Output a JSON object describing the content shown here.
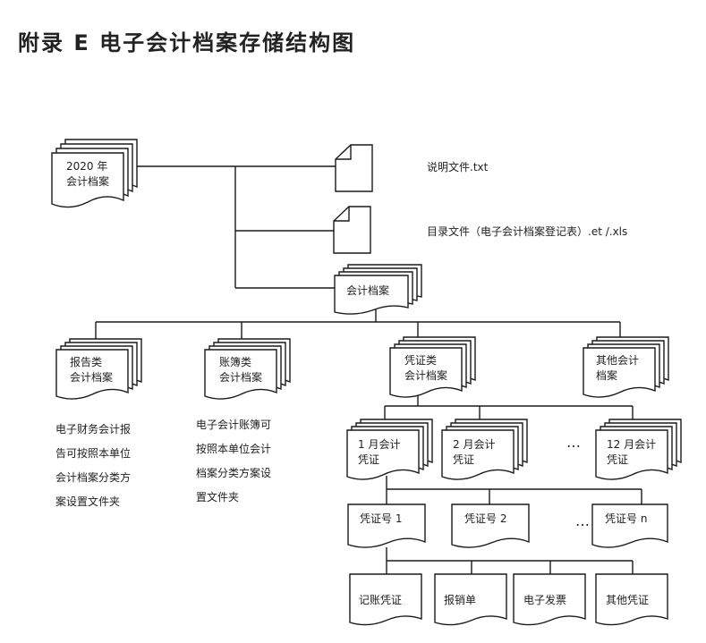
{
  "title": "附录 E  电子会计档案存储结构图",
  "root": {
    "line1": "2020 年",
    "line2": "会计档案"
  },
  "files": {
    "readme": "说明文件.txt",
    "index": "目录文件（电子会计档案登记表）.et /.xls"
  },
  "archive": "会计档案",
  "categories": [
    {
      "line1": "报告类",
      "line2": "会计档案"
    },
    {
      "line1": "账簿类",
      "line2": "会计档案"
    },
    {
      "line1": "凭证类",
      "line2": "会计档案"
    },
    {
      "line1": "其他会计",
      "line2": "档案"
    }
  ],
  "notes": {
    "report": [
      "电子财务会计报",
      "告可按照本单位",
      "会计档案分类方",
      "案设置文件夹"
    ],
    "ledger": [
      "电子会计账簿可",
      "按照本单位会计",
      "档案分类方案设",
      "置文件夹"
    ]
  },
  "months": [
    {
      "line1": "1 月会计",
      "line2": "凭证"
    },
    {
      "line1": "2 月会计",
      "line2": "凭证"
    },
    {
      "line1": "12 月会计",
      "line2": "凭证"
    }
  ],
  "vouchers": [
    "凭证号 1",
    "凭证号 2",
    "凭证号 n"
  ],
  "ellipsis": "…",
  "leaves": [
    "记账凭证",
    "报销单",
    "电子发票",
    "其他凭证"
  ]
}
